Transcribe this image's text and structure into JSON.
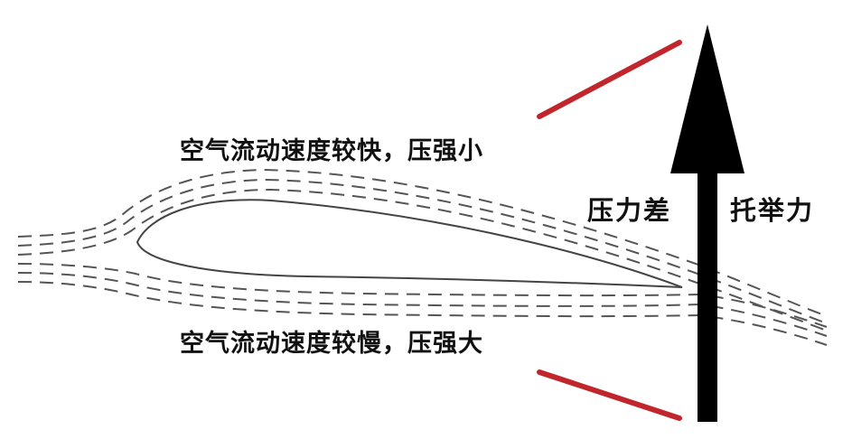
{
  "labels": {
    "upper_flow": "空气流动速度较快，压强小",
    "lower_flow": "空气流动速度较慢，压强大",
    "pressure_difference": "压力差",
    "lift": "托举力"
  },
  "colors": {
    "text": "#111111",
    "streamline": "#555555",
    "airfoil": "#444444",
    "arrow": "#000000",
    "accent_line": "#c0262b",
    "background": "#ffffff"
  }
}
